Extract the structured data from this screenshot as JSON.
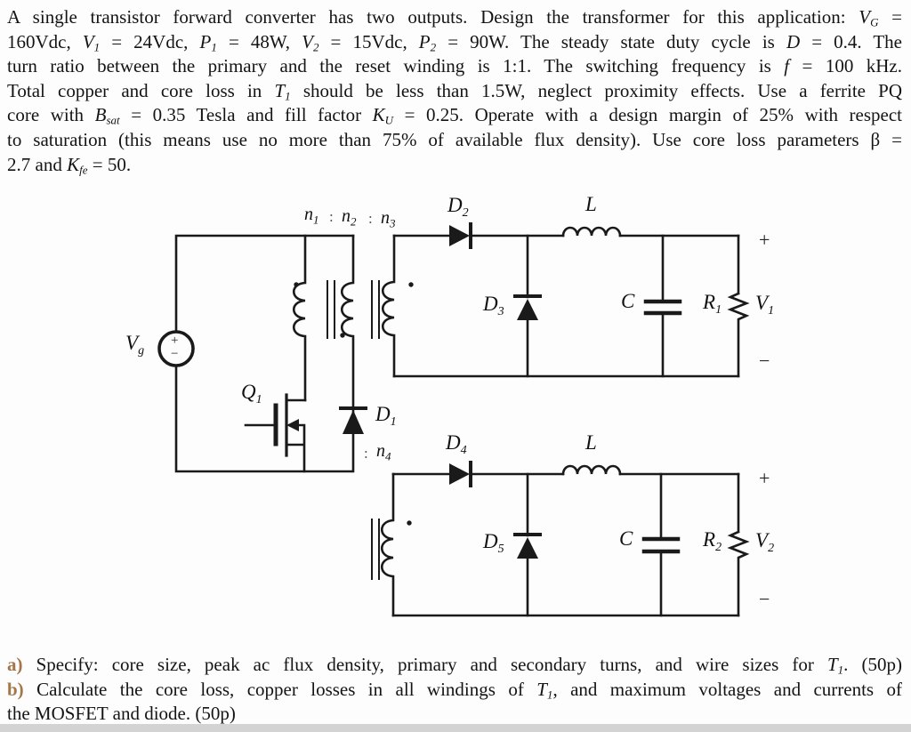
{
  "page": {
    "background": "#fdfdfd",
    "ink": "#1a1a1a",
    "accent": "#a5764a",
    "bottom_strip": "#d3d3d3"
  },
  "problem": {
    "lines": [
      [
        {
          "t": "A single transistor forward converter has two outputs. Design the transformer for this application: "
        },
        {
          "t": "V",
          "i": 1
        },
        {
          "t": "G",
          "i": 1,
          "s": 1
        },
        {
          "t": " ="
        }
      ],
      [
        {
          "t": "160Vdc, "
        },
        {
          "t": "V",
          "i": 1
        },
        {
          "t": "1",
          "i": 1,
          "s": 1
        },
        {
          "t": " = 24Vdc, "
        },
        {
          "t": "P",
          "i": 1
        },
        {
          "t": "1",
          "i": 1,
          "s": 1
        },
        {
          "t": " = 48W, "
        },
        {
          "t": "V",
          "i": 1
        },
        {
          "t": "2",
          "i": 1,
          "s": 1
        },
        {
          "t": " = 15Vdc, "
        },
        {
          "t": "P",
          "i": 1
        },
        {
          "t": "2",
          "i": 1,
          "s": 1
        },
        {
          "t": " = 90W. The steady state duty cycle is "
        },
        {
          "t": "D",
          "i": 1
        },
        {
          "t": " = 0.4. The"
        }
      ],
      [
        {
          "t": "turn ratio between the primary and the reset winding is 1:1. The switching frequency is "
        },
        {
          "t": "f",
          "i": 1
        },
        {
          "t": " = 100 kHz."
        }
      ],
      [
        {
          "t": "Total copper and core loss in "
        },
        {
          "t": "T",
          "i": 1
        },
        {
          "t": "1",
          "i": 1,
          "s": 1
        },
        {
          "t": " should be less than 1.5W, neglect proximity effects. Use a ferrite PQ"
        }
      ],
      [
        {
          "t": "core with "
        },
        {
          "t": "B",
          "i": 1
        },
        {
          "t": "sat",
          "i": 1,
          "s": 1
        },
        {
          "t": " = 0.35 Tesla and fill factor "
        },
        {
          "t": "K",
          "i": 1
        },
        {
          "t": "U",
          "i": 1,
          "s": 1
        },
        {
          "t": " = 0.25. Operate with a design margin of 25% with respect"
        }
      ],
      [
        {
          "t": "to saturation (this means use no more than 75% of available flux density). Use core loss parameters β ="
        }
      ],
      [
        {
          "t": "2.7 and "
        },
        {
          "t": "K",
          "i": 1
        },
        {
          "t": "fe",
          "i": 1,
          "s": 1
        },
        {
          "t": " = 50."
        }
      ]
    ]
  },
  "tasks": {
    "lines": [
      [
        {
          "t": "a)",
          "b": 1,
          "c": 1
        },
        {
          "t": " Specify: core size, peak ac flux density, primary and secondary turns, and wire sizes for "
        },
        {
          "t": "T",
          "i": 1
        },
        {
          "t": "1",
          "i": 1,
          "s": 1
        },
        {
          "t": ". (50p)"
        }
      ],
      [
        {
          "t": "b)",
          "b": 1,
          "c": 1
        },
        {
          "t": " Calculate the core loss, copper losses in all windings of "
        },
        {
          "t": "T",
          "i": 1
        },
        {
          "t": "1",
          "i": 1,
          "s": 1
        },
        {
          "t": ", and maximum voltages and currents of"
        }
      ],
      [
        {
          "t": "the MOSFET and diode. (50p)"
        }
      ]
    ]
  },
  "circuit": {
    "labels": {
      "vg": {
        "main": "V",
        "sub": "g"
      },
      "vg_plus": {
        "main": "+"
      },
      "vg_minus": {
        "main": "−"
      },
      "n1": {
        "main": "n",
        "sub": "1"
      },
      "colon1": {
        "main": ":"
      },
      "n2": {
        "main": "n",
        "sub": "2"
      },
      "colon2": {
        "main": ":"
      },
      "n3": {
        "main": "n",
        "sub": "3"
      },
      "q1": {
        "main": "Q",
        "sub": "1"
      },
      "d1": {
        "main": "D",
        "sub": "1"
      },
      "colon4": {
        "main": ":"
      },
      "n4": {
        "main": "n",
        "sub": "4"
      },
      "d2": {
        "main": "D",
        "sub": "2"
      },
      "l1": {
        "main": "L"
      },
      "d3": {
        "main": "D",
        "sub": "3"
      },
      "c1": {
        "main": "C"
      },
      "r1": {
        "main": "R",
        "sub": "1"
      },
      "v1": {
        "main": "V",
        "sub": "1"
      },
      "plus1": {
        "main": "+"
      },
      "minus1": {
        "main": "−"
      },
      "d4": {
        "main": "D",
        "sub": "4"
      },
      "l2": {
        "main": "L"
      },
      "d5": {
        "main": "D",
        "sub": "5"
      },
      "c2": {
        "main": "C"
      },
      "r2": {
        "main": "R",
        "sub": "2"
      },
      "v2": {
        "main": "V",
        "sub": "2"
      },
      "plus2": {
        "main": "+"
      },
      "minus2": {
        "main": "−"
      }
    }
  }
}
